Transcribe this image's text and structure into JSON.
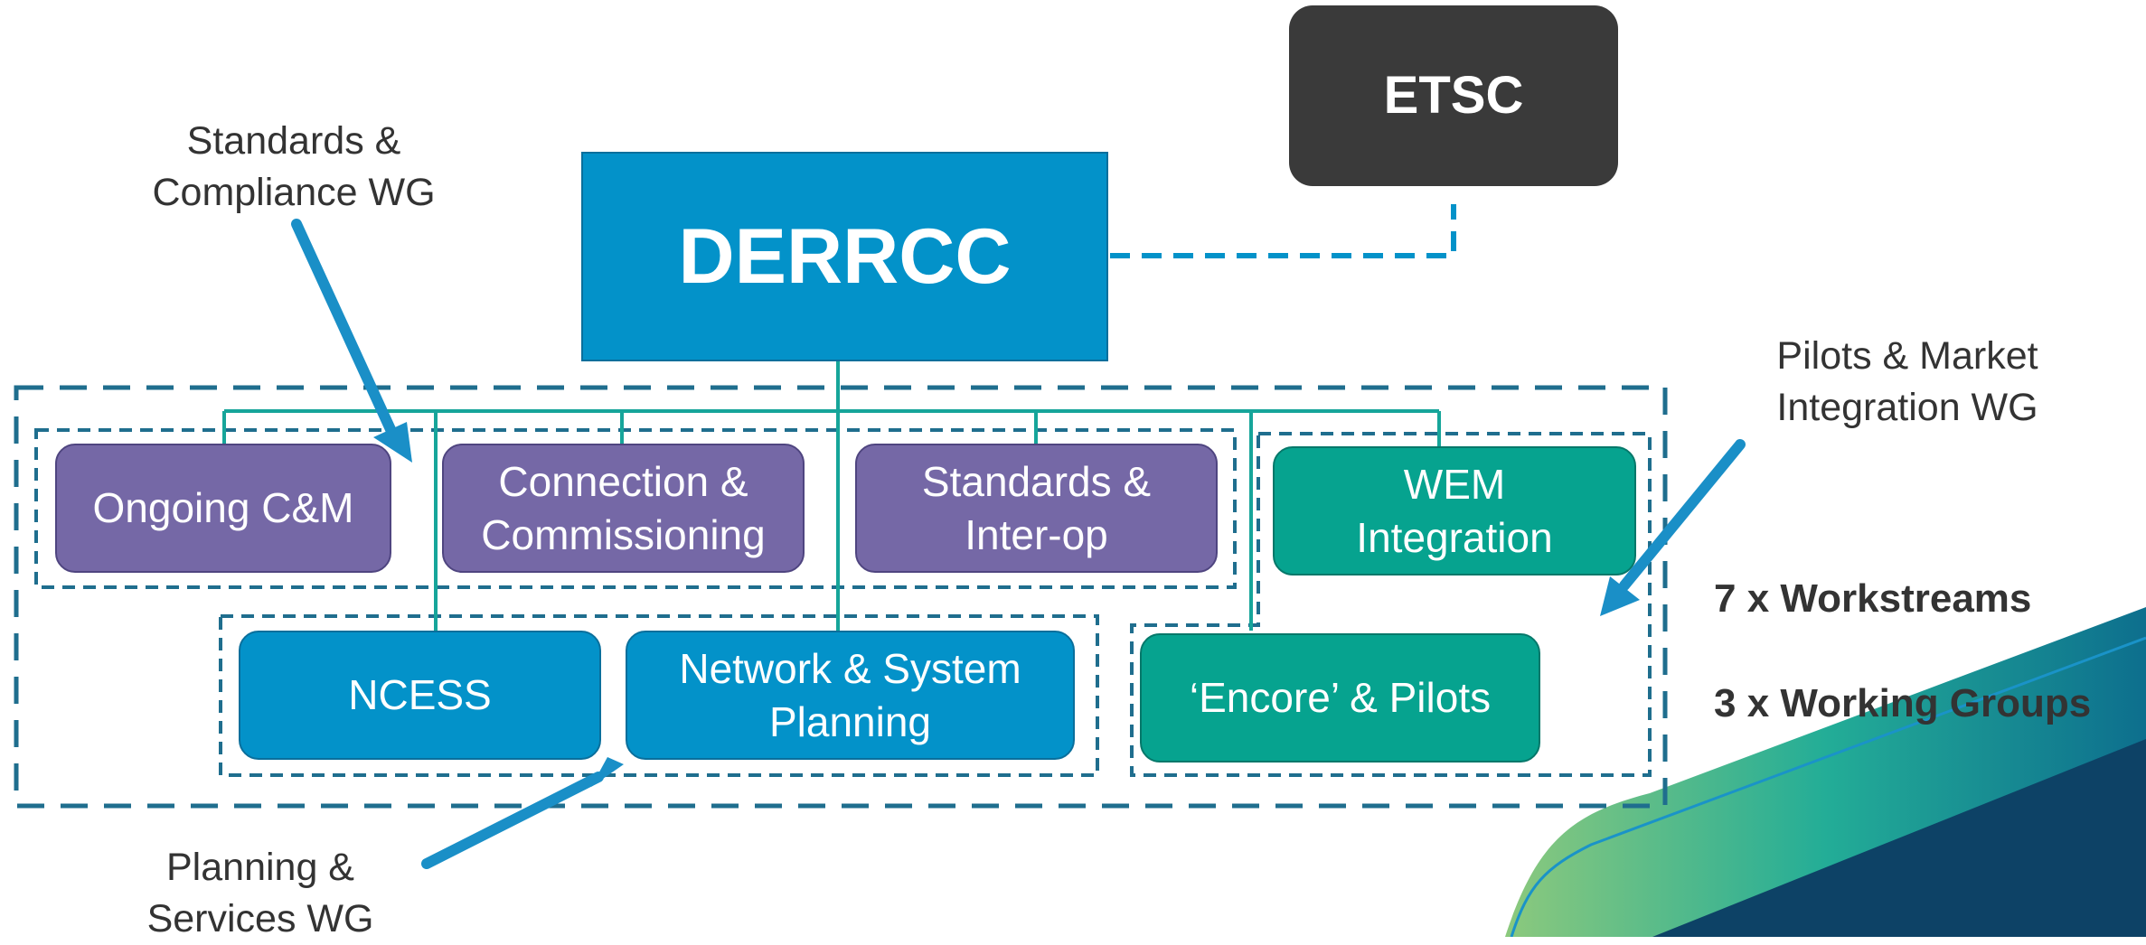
{
  "title_box": "DERRCC",
  "etsc_box": "ETSC",
  "workstreams": {
    "ongoing_cm": "Ongoing C&M",
    "connection_commissioning": "Connection &\nCommissioning",
    "standards_interop": "Standards &\nInter-op",
    "wem_integration": "WEM\nIntegration",
    "ncess": "NCESS",
    "network_system_planning": "Network & System\nPlanning",
    "encore_pilots": "‘Encore’ & Pilots"
  },
  "working_groups": {
    "standards_compliance": "Standards &\nCompliance WG",
    "pilots_market": "Pilots & Market\nIntegration WG",
    "planning_services": "Planning &\nServices WG"
  },
  "summary": {
    "workstreams_count": "7 x Workstreams",
    "working_groups_count": "3 x Working Groups"
  },
  "colors": {
    "derrcc": "#0392c9",
    "etsc": "#3a3a3a",
    "purple_workstream": "#7568a6",
    "blue_workstream": "#0392c9",
    "teal_workstream": "#06a38f",
    "connector": "#16a59a",
    "dashed_border": "#1f6e8e",
    "arrow": "#1a8fc7"
  }
}
